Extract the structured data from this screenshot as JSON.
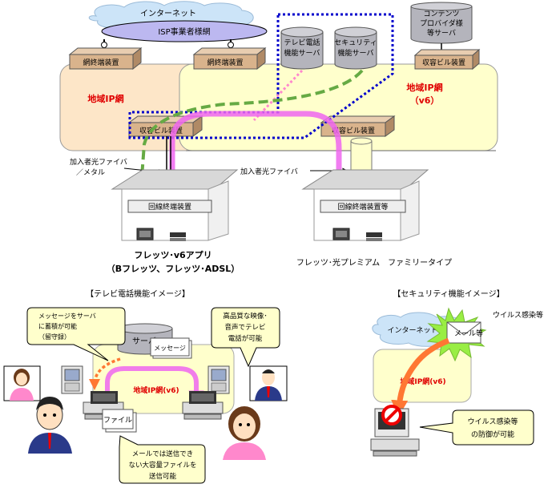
{
  "network": {
    "internet": "インターネット",
    "isp_backbone": "ISP事業者様網",
    "edge_left": "網終端装置",
    "edge_right": "網終端装置",
    "tv_server_l1": "テレビ電話",
    "tv_server_l2": "機能サーバ",
    "sec_server_l1": "セキュリティ",
    "sec_server_l2": "機能サーバ",
    "cp_server_l1": "コンテンツ",
    "cp_server_l2": "プロバイダ様",
    "cp_server_l3": "等サーバ",
    "building_top": "収容ビル装置",
    "region_left": "地域IP網",
    "region_right_l1": "地域IP網",
    "region_right_l2": "（v6）",
    "building_left": "収容ビル装置",
    "building_mid": "収容ビル装置",
    "fiber_metal_l1": "加入者光ファイバ",
    "fiber_metal_l2": "／メタル",
    "fiber_optical": "加入者光ファイバ",
    "onu_left": "回線終端装置",
    "onu_right": "回線終端装置等",
    "service_left_l1": "フレッツ･v6アプリ",
    "service_left_l2": "（Bフレッツ、フレッツ･ADSL）",
    "service_right": "フレッツ･光プレミアム　ファミリータイプ"
  },
  "tv": {
    "title": "【テレビ電話機能イメージ】",
    "server": "サーバ",
    "message_doc": "メッセージ",
    "bubble_left_l1": "メッセージをサーバ",
    "bubble_left_l2": "に蓄積が可能",
    "bubble_left_l3": "（留守録）",
    "bubble_right_l1": "高品質な映像･",
    "bubble_right_l2": "音声でテレビ",
    "bubble_right_l3": "電話が可能",
    "cloud_label": "地域IP網(v6)",
    "file_doc": "ファイル",
    "bubble_bottom_l1": "メールでは送信でき",
    "bubble_bottom_l2": "ない大容量ファイルを",
    "bubble_bottom_l3": "送信可能"
  },
  "sec": {
    "title": "【セキュリティ機能イメージ】",
    "internet": "インターネット",
    "mail": "メール等",
    "virus": "ウイルス感染等",
    "cloud_label": "地域IP網(v6)",
    "bubble_l1": "ウイルス感染等",
    "bubble_l2": "の防御が可能"
  },
  "colors": {
    "region_fill": "#fde6c8",
    "v6_fill": "#ffffcc",
    "device_fill": "#d9b38c",
    "server_fill": "#b4b4bc",
    "pink_arrow": "#ee66ee",
    "green_dash": "#66aa44",
    "blue_dots": "#0000cc",
    "orange_arrow": "#ff7733",
    "virus_burst": "#99ee44"
  }
}
